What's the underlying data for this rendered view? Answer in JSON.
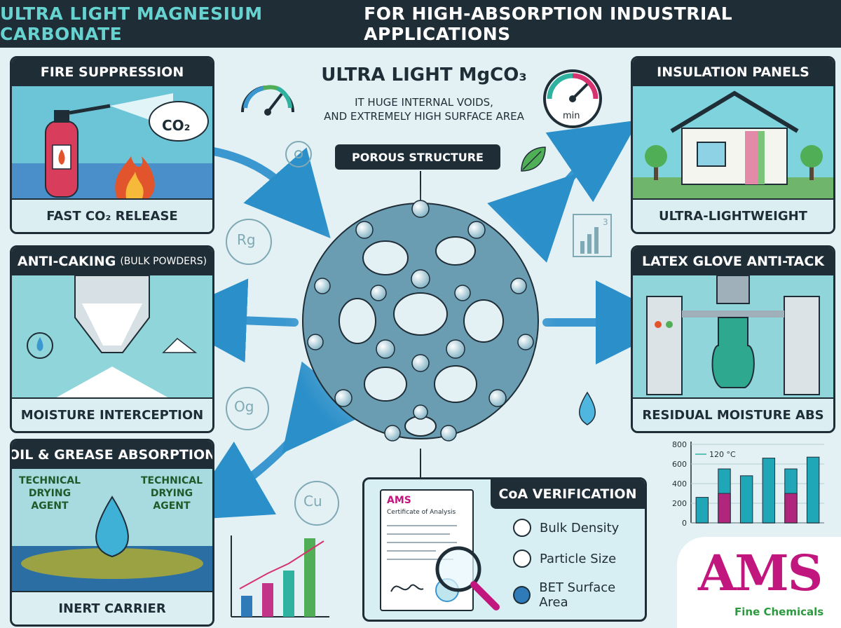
{
  "header": {
    "title_highlight": "ULTRA LIGHT MAGNESIUM CARBONATE",
    "title_rest": "FOR HIGH-ABSORPTION INDUSTRIAL APPLICATIONS"
  },
  "center": {
    "title": "ULTRA LIGHT MgCO₃",
    "subtitle_line1": "IT HUGE INTERNAL VOIDS,",
    "subtitle_line2": "AND EXTREMELY HIGH SURFACE AREA",
    "structure_label": "POROUS STRUCTURE",
    "gauge_label": "min",
    "elements": [
      "Rg",
      "Og",
      "Cu"
    ],
    "chart_superscript": "3"
  },
  "panels": {
    "fire": {
      "title": "FIRE SUPPRESSION",
      "caption": "FAST CO₂ RELEASE",
      "cloud": "CO₂"
    },
    "insulation": {
      "title": "INSULATION PANELS",
      "caption": "ULTRA-LIGHTWEIGHT"
    },
    "anticaking": {
      "title": "ANTI-CAKING",
      "title_small": "(BULK POWDERS)",
      "caption": "MOISTURE INTERCEPTION"
    },
    "latex": {
      "title": "LATEX GLOVE ANTI-TACK",
      "caption": "RESIDUAL MOISTURE ABS"
    },
    "oil": {
      "title": "OIL & GREASE ABSORPTION",
      "left_label": "TECHNICAL DRYING AGENT",
      "right_label": "TECHNICAL DRYING AGENT",
      "caption": "INERT CARRIER"
    }
  },
  "coa": {
    "title": "CoA VERIFICATION",
    "doc_brand": "AMS",
    "doc_heading": "Certificate of Analysis",
    "items": [
      "Bulk Density",
      "Particle Size",
      "BET Surface Area"
    ]
  },
  "chart_data": {
    "type": "bar",
    "title": "",
    "xlabel": "",
    "ylabel": "",
    "ylim": [
      0,
      800
    ],
    "yticks": [
      0,
      200,
      400,
      600,
      800
    ],
    "annotation": "120 °C",
    "series": [
      {
        "values": [
          260,
          550,
          480,
          660,
          550,
          670
        ],
        "colors": [
          "#1fa7b8",
          "#1fa7b8",
          "#1fa7b8",
          "#1fa7b8",
          "#1fa7b8",
          "#1fa7b8"
        ]
      },
      {
        "values": [
          0,
          300,
          0,
          0,
          300,
          0
        ],
        "colors": [
          "#b0267c",
          "#b0267c",
          "#b0267c",
          "#b0267c",
          "#b0267c",
          "#b0267c"
        ]
      }
    ]
  },
  "logo": {
    "main": "AMS",
    "sub": "Fine Chemicals"
  },
  "colors": {
    "dark": "#1f2d37",
    "accent": "#67d3d1",
    "brand": "#c1167d",
    "green": "#2d9a3f"
  }
}
